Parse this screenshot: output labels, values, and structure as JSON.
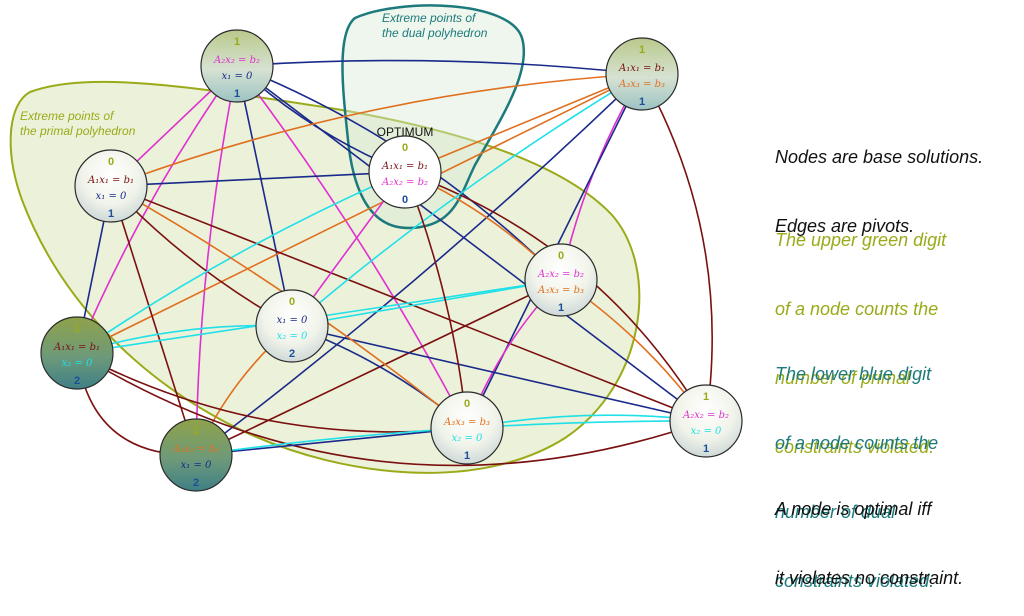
{
  "regions": {
    "dual_label": [
      "Extreme points of",
      "the dual polyhedron"
    ],
    "primal_label": [
      "Extreme points of",
      "the primal polyhedron"
    ]
  },
  "optimum_label": "OPTIMUM",
  "side_text": {
    "p1": [
      "Nodes are base solutions.",
      "Edges are pivots."
    ],
    "p2": [
      "The upper green digit",
      "of a node counts the",
      "number of primal",
      "constraints violated."
    ],
    "p3": [
      "The lower blue digit",
      "of a node counts the",
      "number of dual",
      "constraints violated."
    ],
    "p4": [
      "A node is optimal iff",
      "it violates no constraint."
    ]
  },
  "colors": {
    "primal_green": "#9aaa18",
    "dual_teal": "#1d7a7c",
    "dual_blue": "#1a4f9a",
    "constraint1_red": "#7a1010",
    "constraint2_magenta": "#e030d0",
    "constraint3_orange": "#e07020",
    "x1_navy": "#1a2a8a",
    "x2_cyan": "#20e0e8"
  },
  "nodes": [
    {
      "id": "n1",
      "top": "1",
      "bottom": "1",
      "lines": [
        {
          "text": "A₂x₂ = b₂",
          "color": "#e030d0"
        },
        {
          "text": "x₁ = 0",
          "color": "#1a2a8a"
        }
      ]
    },
    {
      "id": "n2",
      "top": "1",
      "bottom": "1",
      "lines": [
        {
          "text": "A₁x₁ = b₁",
          "color": "#7a1010"
        },
        {
          "text": "A₃x₃ = b₃",
          "color": "#e07020"
        }
      ]
    },
    {
      "id": "n3",
      "top": "0",
      "bottom": "1",
      "lines": [
        {
          "text": "A₁x₁ = b₁",
          "color": "#7a1010"
        },
        {
          "text": "x₁ = 0",
          "color": "#1a2a8a"
        }
      ]
    },
    {
      "id": "opt",
      "top": "0",
      "bottom": "0",
      "lines": [
        {
          "text": "A₁x₁ = b₁",
          "color": "#7a1010"
        },
        {
          "text": "A₂x₂ = b₂",
          "color": "#e030d0"
        }
      ]
    },
    {
      "id": "n5",
      "top": "0",
      "bottom": "1",
      "lines": [
        {
          "text": "A₂x₂ = b₂",
          "color": "#e030d0"
        },
        {
          "text": "A₃x₃ = b₃",
          "color": "#e07020"
        }
      ]
    },
    {
      "id": "n6",
      "top": "0",
      "bottom": "2",
      "lines": [
        {
          "text": "x₁ = 0",
          "color": "#1a2a8a"
        },
        {
          "text": "x₂ = 0",
          "color": "#20e0e8"
        }
      ]
    },
    {
      "id": "n7",
      "top": "1",
      "bottom": "2",
      "lines": [
        {
          "text": "A₁x₁ = b₁",
          "color": "#7a1010"
        },
        {
          "text": "x₂ = 0",
          "color": "#20e0e8"
        }
      ]
    },
    {
      "id": "n8",
      "top": "0",
      "bottom": "1",
      "lines": [
        {
          "text": "A₃x₃ = b₃",
          "color": "#e07020"
        },
        {
          "text": "x₂ = 0",
          "color": "#20e0e8"
        }
      ]
    },
    {
      "id": "n9",
      "top": "1",
      "bottom": "1",
      "lines": [
        {
          "text": "A₂x₂ = b₂",
          "color": "#e030d0"
        },
        {
          "text": "x₂ = 0",
          "color": "#20e0e8"
        }
      ]
    },
    {
      "id": "n10",
      "top": "1",
      "bottom": "2",
      "lines": [
        {
          "text": "A₃x₃ = b₃",
          "color": "#e07020"
        },
        {
          "text": "x₁ = 0",
          "color": "#1a2a8a"
        }
      ]
    }
  ],
  "edges": [
    {
      "from": "n1",
      "to": "n2",
      "color": "#1a2a8a"
    },
    {
      "from": "n1",
      "to": "n3",
      "color": "#e030d0"
    },
    {
      "from": "n1",
      "to": "opt",
      "color": "#1a2a8a"
    },
    {
      "from": "n1",
      "to": "n5",
      "color": "#1a2a8a"
    },
    {
      "from": "n1",
      "to": "n6",
      "color": "#1a2a8a"
    },
    {
      "from": "n1",
      "to": "n7",
      "color": "#e030d0"
    },
    {
      "from": "n1",
      "to": "n8",
      "color": "#e030d0"
    },
    {
      "from": "n1",
      "to": "n9",
      "color": "#1a2a8a"
    },
    {
      "from": "n1",
      "to": "n10",
      "color": "#e030d0"
    },
    {
      "from": "n2",
      "to": "n3",
      "color": "#e07020"
    },
    {
      "from": "n2",
      "to": "opt",
      "color": "#e07020"
    },
    {
      "from": "n2",
      "to": "n5",
      "color": "#e030d0"
    },
    {
      "from": "n2",
      "to": "n7",
      "color": "#e07020"
    },
    {
      "from": "n2",
      "to": "n8",
      "color": "#1a2a8a"
    },
    {
      "from": "n2",
      "to": "n9",
      "color": "#7a1010"
    },
    {
      "from": "n2",
      "to": "n10",
      "color": "#1a2a8a"
    },
    {
      "from": "n3",
      "to": "opt",
      "color": "#1a2a8a"
    },
    {
      "from": "n3",
      "to": "n6",
      "color": "#7a1010"
    },
    {
      "from": "n3",
      "to": "n7",
      "color": "#1a2a8a"
    },
    {
      "from": "n3",
      "to": "n9",
      "color": "#7a1010"
    },
    {
      "from": "n3",
      "to": "n10",
      "color": "#7a1010"
    },
    {
      "from": "opt",
      "to": "n5",
      "color": "#e07020"
    },
    {
      "from": "opt",
      "to": "n6",
      "color": "#e030d0"
    },
    {
      "from": "opt",
      "to": "n7",
      "color": "#20e0e8"
    },
    {
      "from": "opt",
      "to": "n9",
      "color": "#7a1010"
    },
    {
      "from": "n5",
      "to": "n7",
      "color": "#20e0e8"
    },
    {
      "from": "n5",
      "to": "n8",
      "color": "#e030d0"
    },
    {
      "from": "n5",
      "to": "n9",
      "color": "#e07020"
    },
    {
      "from": "n5",
      "to": "n10",
      "color": "#7a1010"
    },
    {
      "from": "n6",
      "to": "n7",
      "color": "#20e0e8"
    },
    {
      "from": "n6",
      "to": "n8",
      "color": "#1a2a8a"
    },
    {
      "from": "n6",
      "to": "n9",
      "color": "#1a2a8a"
    },
    {
      "from": "n6",
      "to": "n10",
      "color": "#e07020"
    },
    {
      "from": "n7",
      "to": "n8",
      "color": "#7a1010"
    },
    {
      "from": "n7",
      "to": "n9",
      "color": "#7a1010"
    },
    {
      "from": "n7",
      "to": "n10",
      "color": "#7a1010"
    },
    {
      "from": "n8",
      "to": "n9",
      "color": "#20e0e8"
    },
    {
      "from": "n8",
      "to": "n10",
      "color": "#1a2a8a"
    },
    {
      "from": "n9",
      "to": "n10",
      "color": "#20e0e8"
    },
    {
      "from": "n3",
      "to": "n8",
      "color": "#e07020"
    },
    {
      "from": "n5",
      "to": "n6",
      "color": "#20e0e8"
    },
    {
      "from": "n2",
      "to": "n6",
      "color": "#20e0e8"
    },
    {
      "from": "opt",
      "to": "n8",
      "color": "#7a1010"
    }
  ]
}
